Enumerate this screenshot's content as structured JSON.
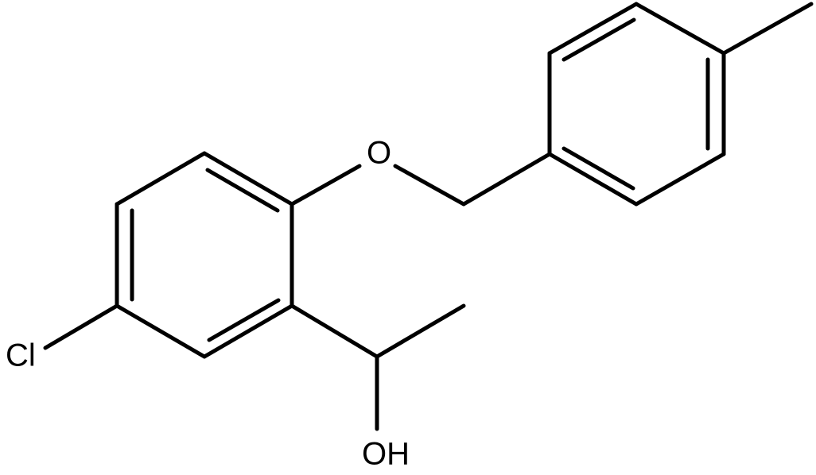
{
  "molecule": {
    "atoms": {
      "chlorine": "Cl",
      "ether_oxygen": "O",
      "hydroxyl": "OH"
    },
    "colors": {
      "bond": "#000000",
      "label": "#000000",
      "background": "#ffffff"
    }
  }
}
